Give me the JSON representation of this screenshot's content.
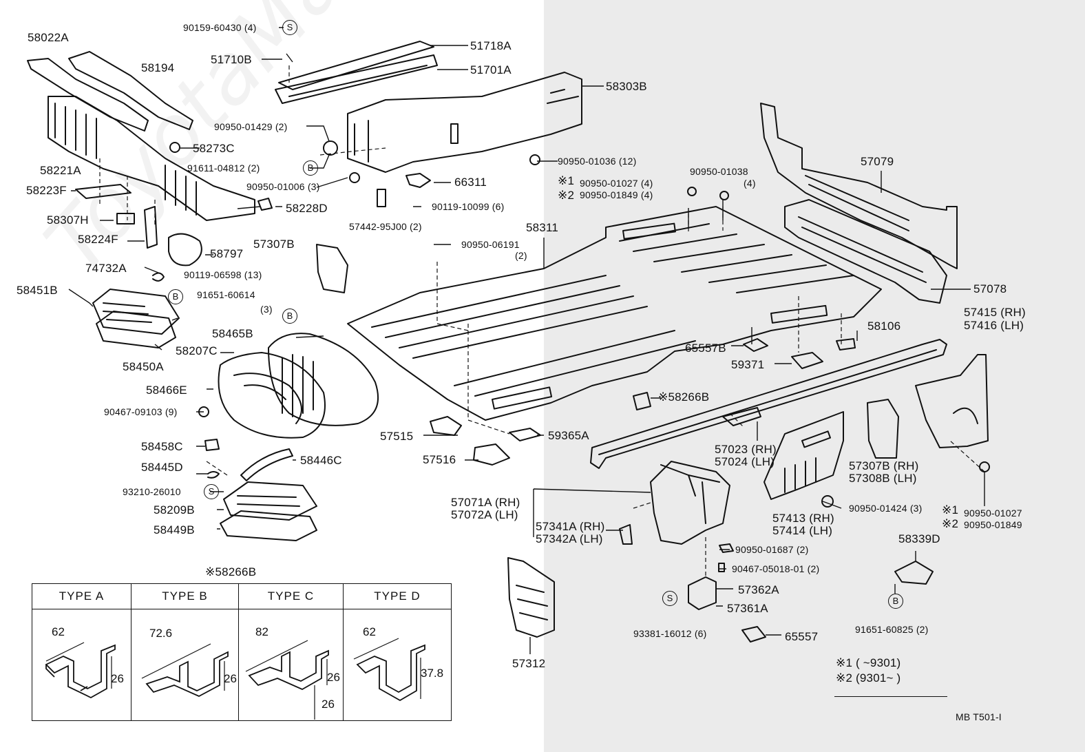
{
  "labels": {
    "p58022A": "58022A",
    "p58194": "58194",
    "p90159": "90159-60430 (4)",
    "p51710B": "51710B",
    "p51718A": "51718A",
    "p51701A": "51701A",
    "p58303B": "58303B",
    "p90950_01429": "90950-01429 (2)",
    "p58273C": "58273C",
    "p58221A": "58221A",
    "p91611": "91611-04812 (2)",
    "p90950_01036": "90950-01036 (12)",
    "p58223F": "58223F",
    "p90950_01006": "90950-01006 (3)",
    "p66311": "66311",
    "p58228D": "58228D",
    "p57442": "57442-95J00 (2)",
    "p90119_10099": "90119-10099 (6)",
    "p58307H": "58307H",
    "p58224F": "58224F",
    "p58311": "58311",
    "p57307B": "57307B",
    "p58797": "58797",
    "p90950_06191": "90950-06191",
    "p90950_06191_q": "(2)",
    "p74732A": "74732A",
    "p90119_06598": "90119-06598 (13)",
    "p58451B": "58451B",
    "p91651_60614": "91651-60614",
    "p91651_60614_q": "(3)",
    "p58450A": "58450A",
    "p58465B": "58465B",
    "p58207C": "58207C",
    "p58466E": "58466E",
    "p90467_09103": "90467-09103 (9)",
    "p57515": "57515",
    "p59365A": "59365A",
    "p57516": "57516",
    "p58458C": "58458C",
    "p58445D": "58445D",
    "p58446C": "58446C",
    "p93210": "93210-26010",
    "p58209B": "58209B",
    "p58449B": "58449B",
    "p57079": "57079",
    "p90950_01038": "90950-01038",
    "p90950_01038_q": "(4)",
    "p90950_01027_a": "90950-01027 (4)",
    "p90950_01849_a": "90950-01849 (4)",
    "p57078": "57078",
    "p57415": "57415",
    "p57416": "57416",
    "p58106": "58106",
    "p65557B": "65557B",
    "p59371": "59371",
    "p58266B": "58266B",
    "p57023": "57023",
    "p57024": "57024",
    "p57307B_rh": "57307B",
    "p57308B": "57308B",
    "p57071A": "57071A",
    "p57072A": "57072A",
    "p57341A": "57341A",
    "p57342A": "57342A",
    "p57413": "57413",
    "p57414": "57414",
    "p90950_01424": "90950-01424 (3)",
    "p90950_01027_b": "90950-01027",
    "p90950_01849_b": "90950-01849",
    "p90950_01687": "90950-01687 (2)",
    "p58339D": "58339D",
    "p90467_05018": "90467-05018-01 (2)",
    "p57362A": "57362A",
    "p57361A": "57361A",
    "p93381": "93381-16012 (6)",
    "p65557": "65557",
    "p91651_60825": "91651-60825 (2)",
    "p57312": "57312",
    "ref": "MB  T501-I"
  },
  "side": {
    "rh": "(RH)",
    "lh": "(LH)"
  },
  "marks": {
    "s": "S",
    "b": "B",
    "note": "※",
    "one": "1",
    "two": "2"
  },
  "legend": {
    "row1": "※1 (        ~9301)",
    "row2": "※2 (9301~        )"
  },
  "type_table": {
    "title": "※58266B",
    "types": [
      {
        "head": "TYPE  A",
        "dims": [
          "62",
          "26"
        ]
      },
      {
        "head": "TYPE  B",
        "dims": [
          "72.6",
          "26"
        ]
      },
      {
        "head": "TYPE  C",
        "dims": [
          "82",
          "26",
          "26"
        ]
      },
      {
        "head": "TYPE  D",
        "dims": [
          "62",
          "37.8"
        ]
      }
    ]
  },
  "colors": {
    "ink": "#111111",
    "gray_panel": "#ebebeb",
    "paper": "#ffffff"
  },
  "watermark": "ToyotaMaine.ru"
}
